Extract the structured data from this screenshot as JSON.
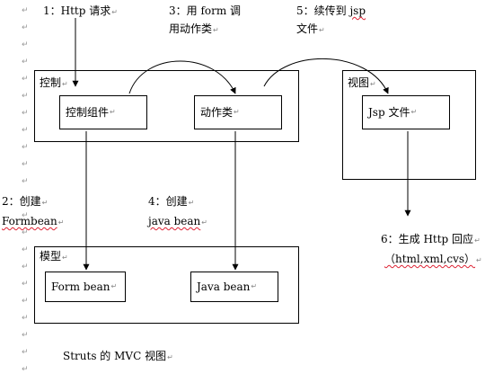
{
  "steps": {
    "s1": {
      "text": "1：Http 请求"
    },
    "s3": {
      "line1": "3：用 form 调",
      "line2": "用动作类"
    },
    "s5": {
      "line1": "5：续传到 ",
      "line1_code": "jsp",
      "line2": "文件"
    },
    "s2": {
      "line1": "2：创建",
      "line2": "Formbean"
    },
    "s4": {
      "line1": "4：创建",
      "line2": "java bean"
    },
    "s6": {
      "line1": "6：生成 Http 回应",
      "line2": "（html,xml,cvs）"
    }
  },
  "groups": {
    "controller": {
      "label": "控制"
    },
    "view": {
      "label": "视图"
    },
    "model": {
      "label": "模型"
    }
  },
  "nodes": {
    "controller_component": "控制组件",
    "action_class": "动作类",
    "jsp_file": "Jsp 文件",
    "form_bean": "Form bean",
    "java_bean": "Java bean"
  },
  "caption": "Struts  的 MVC 视图",
  "edit_mark": "↵"
}
